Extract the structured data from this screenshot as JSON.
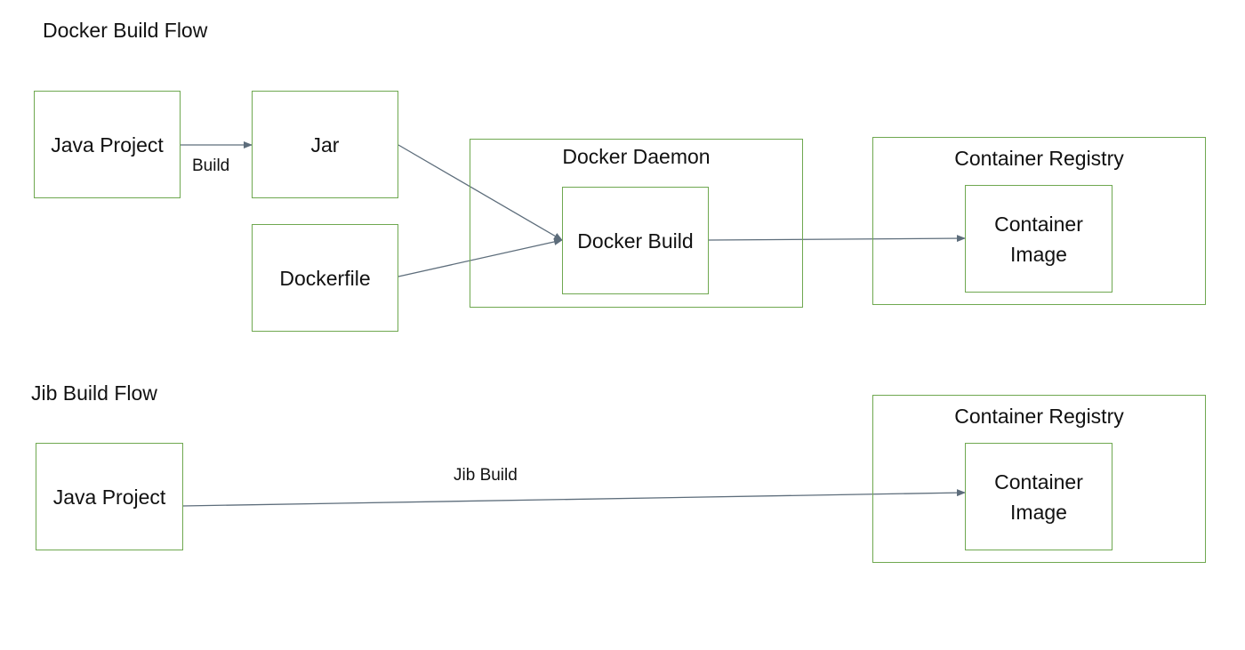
{
  "docker_flow": {
    "title": "Docker Build Flow",
    "java_project": "Java Project",
    "jar": "Jar",
    "dockerfile": "Dockerfile",
    "daemon": {
      "title": "Docker Daemon",
      "docker_build": "Docker Build"
    },
    "registry": {
      "title": "Container Registry",
      "image": "Container\nImage"
    },
    "edge_build_label": "Build"
  },
  "jib_flow": {
    "title": "Jib Build Flow",
    "java_project": "Java Project",
    "registry": {
      "title": "Container Registry",
      "image": "Container\nImage"
    },
    "edge_jib_label": "Jib Build"
  },
  "colors": {
    "box_border": "#6fa850",
    "arrow": "#5d6d7b",
    "text": "#111111"
  }
}
